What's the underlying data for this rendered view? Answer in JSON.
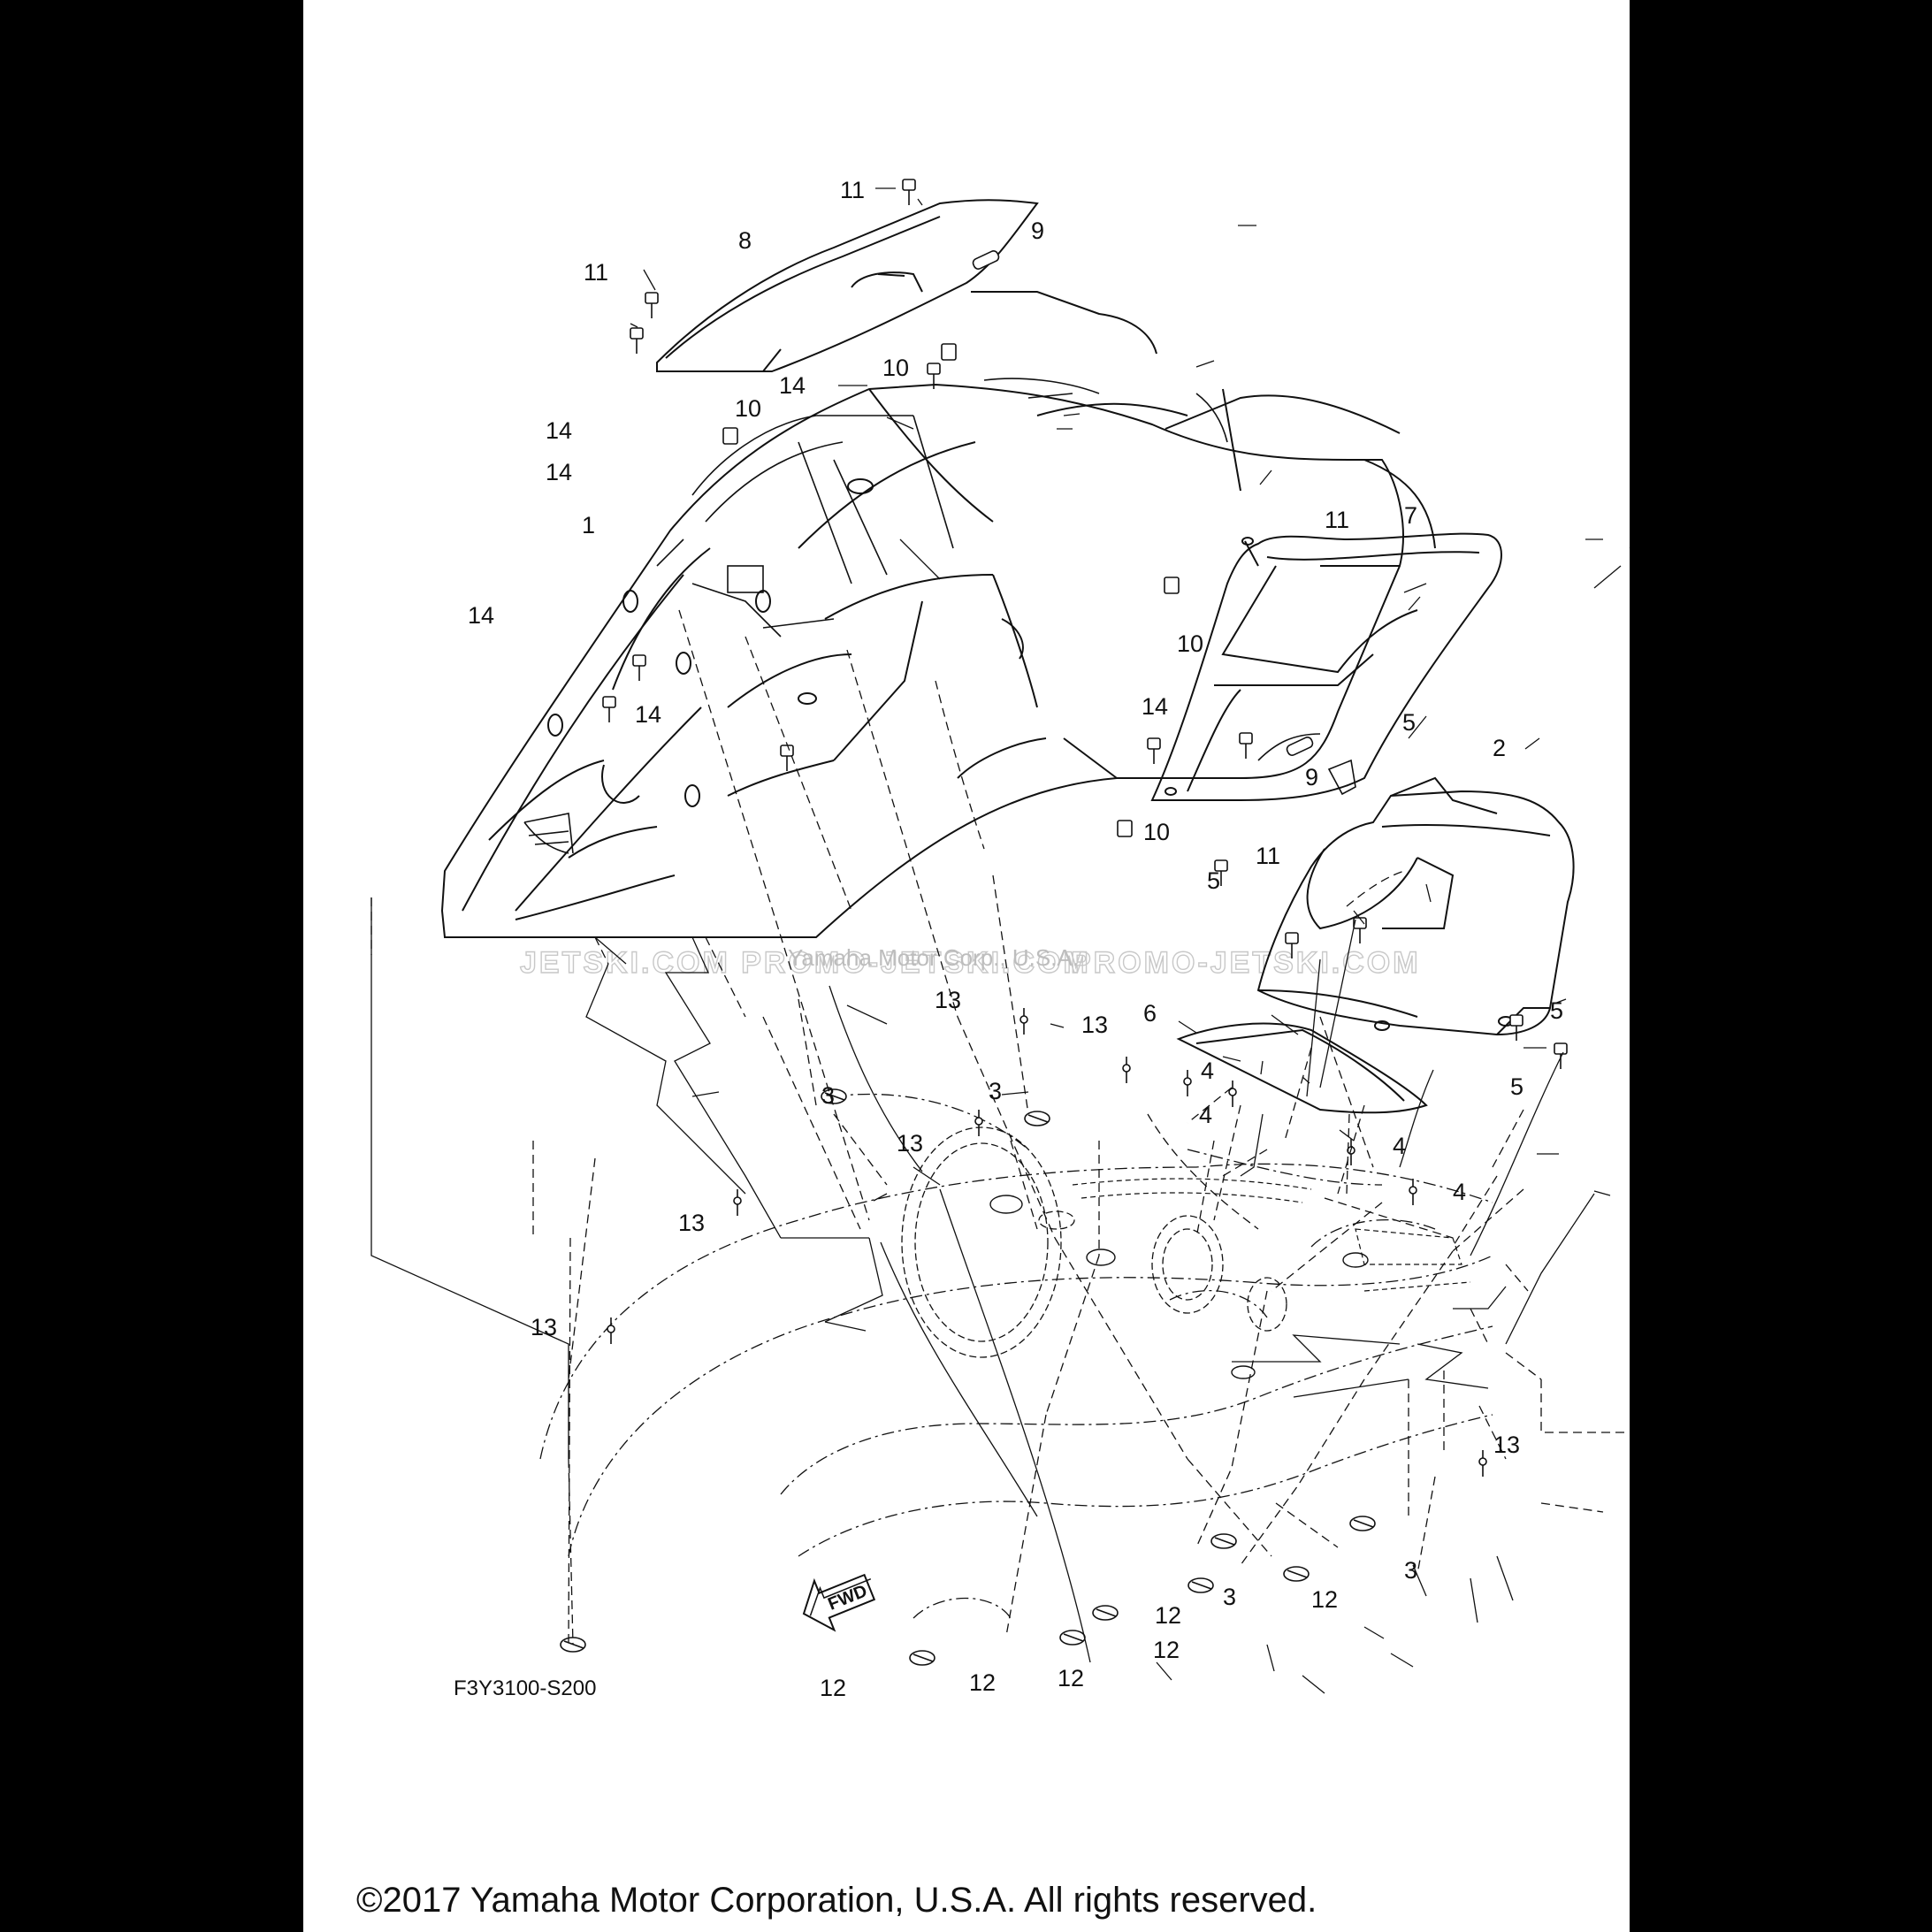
{
  "diagram": {
    "drawing_code": "F3Y3100-S200",
    "fwd_label": "FWD",
    "copyright": "©2017 Yamaha Motor Corporation, U.S.A. All rights reserved.",
    "watermark_left": "JETSKI.COM   PROMO-JETSKI.COM",
    "watermark_center": "Yamaha Motor Corp., U.S.A.",
    "watermark_right": "PROMO-JETSKI.COM",
    "callouts": {
      "c1": "1",
      "c2": "2",
      "c3": "3",
      "c4": "4",
      "c5": "5",
      "c6": "6",
      "c7": "7",
      "c8": "8",
      "c9": "9",
      "c10": "10",
      "c11": "11",
      "c12": "12",
      "c13": "13",
      "c14": "14"
    },
    "line_color": "#111111",
    "paper_color": "#ffffff",
    "frame_color": "#000000"
  }
}
